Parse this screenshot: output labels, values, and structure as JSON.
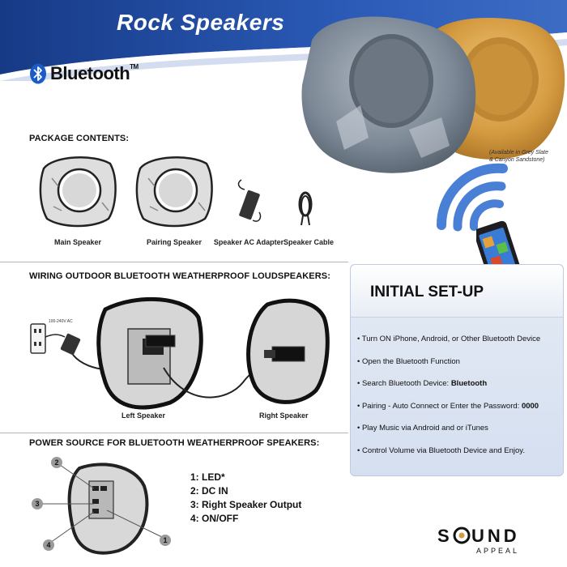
{
  "header": {
    "title": "Rock Speakers",
    "bluetooth_label": "Bluetooth",
    "trademark": "TM",
    "availability_line1": "(Available in Grey Slate",
    "availability_line2": "& Canyon Sandstone)"
  },
  "package_contents": {
    "heading": "PACKAGE CONTENTS:",
    "items": [
      {
        "label": "Main Speaker",
        "icon": "rock-speaker-icon"
      },
      {
        "label": "Pairing Speaker",
        "icon": "rock-speaker-icon"
      },
      {
        "label": "Speaker AC Adapter",
        "icon": "ac-adapter-icon"
      },
      {
        "label": "Speaker Cable",
        "icon": "speaker-cable-icon"
      }
    ]
  },
  "wiring": {
    "heading": "WIRING OUTDOOR BLUETOOTH WEATHERPROOF LOUDSPEAKERS:",
    "voltage": "100-240V AC",
    "left_speaker": "Left Speaker",
    "right_speaker": "Right Speaker"
  },
  "power_source": {
    "heading": "POWER SOURCE FOR BLUETOOTH WEATHERPROOF SPEAKERS:",
    "callouts": [
      "2",
      "3",
      "4",
      "1"
    ],
    "legend": [
      "1: LED*",
      "2: DC IN",
      "3: Right Speaker Output",
      "4: ON/OFF"
    ]
  },
  "setup": {
    "title": "INITIAL SET-UP",
    "items": [
      {
        "text": "• Turn ON iPhone, Android,  or Other Bluetooth Device",
        "bold": ""
      },
      {
        "text": "• Open the Bluetooth Function",
        "bold": ""
      },
      {
        "text": "• Search Bluetooth Device: ",
        "bold": "Bluetooth"
      },
      {
        "text": "• Pairing - Auto Connect or Enter the Password: ",
        "bold": "0000"
      },
      {
        "text": "• Play Music via Android and or iTunes",
        "bold": ""
      },
      {
        "text": "• Control Volume via Bluetooth Device and Enjoy.",
        "bold": ""
      }
    ]
  },
  "brand": {
    "name_part1": "S",
    "name_part2": "UND",
    "sub": "APPEAL"
  },
  "colors": {
    "header_blue": "#1e4aa0",
    "bluetooth_blue": "#1a5bc6",
    "wifi_blue": "#4a7fd6",
    "grey_rock": "#8e9aa6",
    "sand_rock": "#d39b3c",
    "callout_grey": "#9a9a9a"
  }
}
